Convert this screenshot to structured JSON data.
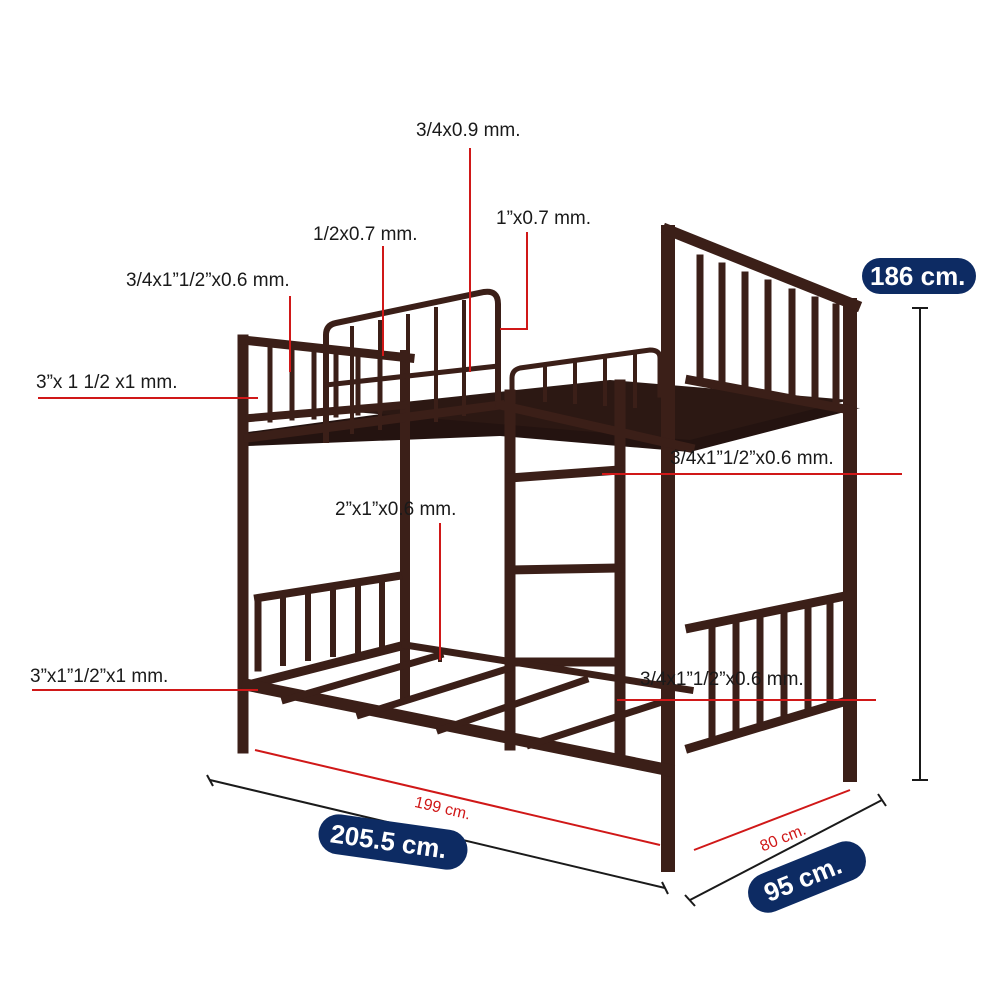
{
  "labels": {
    "top_rail_tube": "3/4x0.9 mm.",
    "guard_spindle": "1/2x0.7 mm.",
    "guard_rail": "1”x0.7 mm.",
    "head_post_upper": "3/4x1”1/2”x0.6 mm.",
    "side_frame_upper": "3”x 1 1/2 x1 mm.",
    "ladder_rail": "3/4x1”1/2”x0.6 mm.",
    "slat": "2”x1”x0.6 mm.",
    "side_frame_lower": "3”x1”1/2”x1 mm.",
    "foot_rail_lower": "3/4x1”1/2”x0.6 mm."
  },
  "dimensions": {
    "height": "186 cm.",
    "outer_length": "205.5 cm.",
    "inner_length": "199 cm.",
    "inner_width": "80 cm.",
    "outer_width": "95 cm."
  },
  "colors": {
    "frame": "#3b1f18",
    "leader_red": "#d01818",
    "pill_navy": "#0d2b63",
    "text": "#1a1a1a"
  }
}
